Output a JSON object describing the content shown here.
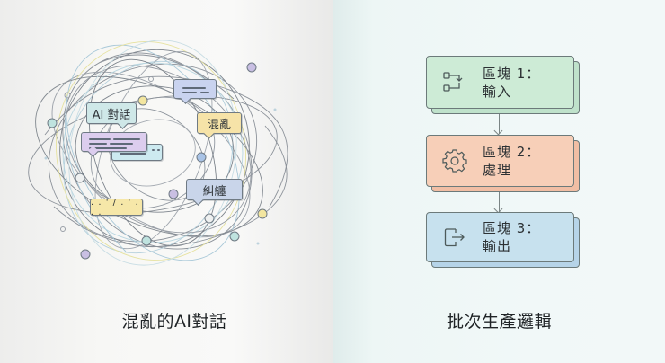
{
  "left_panel": {
    "caption": "混亂的AI對話",
    "bubbles": [
      {
        "id": "ai-dialog",
        "label": "AI 對話",
        "color": "#cfe8e8"
      },
      {
        "id": "chaos",
        "label": "混亂",
        "color": "#f6e3a8"
      },
      {
        "id": "tangle",
        "label": "糾纏",
        "color": "#c9d5ea"
      },
      {
        "id": "lines-top",
        "label": "",
        "color": "#c9d3ef"
      },
      {
        "id": "lines-purple",
        "label": "",
        "color": "#dccdee"
      },
      {
        "id": "lines-cyan",
        "label": "",
        "color": "#cdeaf0"
      },
      {
        "id": "scribble",
        "label": ". . ' / . ' . . .",
        "color": "#f6e7a8"
      }
    ]
  },
  "right_panel": {
    "caption": "批次生產邏輯",
    "blocks": [
      {
        "title": "區塊 1：",
        "subtitle": "輸入",
        "icon": "input-flow-icon",
        "color": "#cdebd6",
        "shadow": "#bfe2cb"
      },
      {
        "title": "區塊 2：",
        "subtitle": "處理",
        "icon": "gear-icon",
        "color": "#f7cfb8",
        "shadow": "#f1bea4"
      },
      {
        "title": "區塊 3：",
        "subtitle": "輸出",
        "icon": "output-icon",
        "color": "#c7e1ee",
        "shadow": "#b6d4e8"
      }
    ]
  },
  "colors": {
    "divider": "#9ea3a3",
    "line_gray": "#7d848c",
    "line_blue": "#a8c8d8",
    "line_yellow": "#e6e2a0",
    "node_teal": "#bfe3df",
    "node_purple": "#c9bfe3",
    "node_yellow": "#f3e6a0"
  }
}
